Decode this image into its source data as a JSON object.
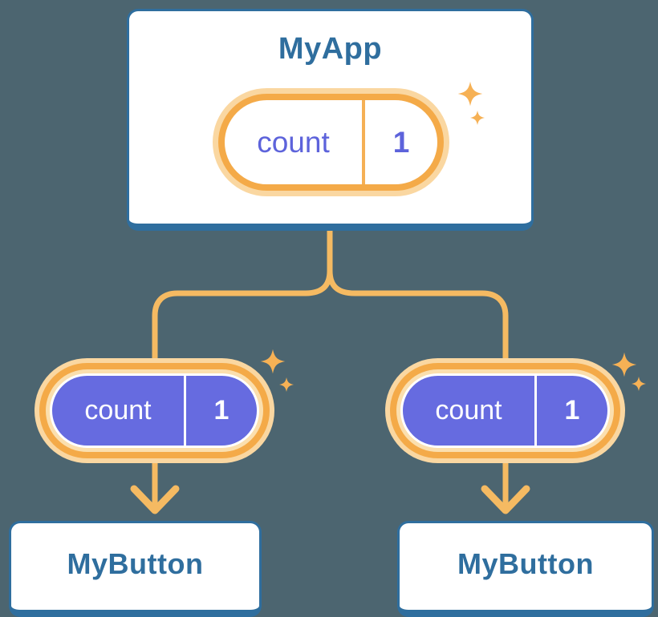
{
  "diagram": {
    "root": {
      "title": "MyApp",
      "state": {
        "label": "count",
        "value": "1"
      }
    },
    "children": [
      {
        "title": "MyButton",
        "state": {
          "label": "count",
          "value": "1"
        }
      },
      {
        "title": "MyButton",
        "state": {
          "label": "count",
          "value": "1"
        }
      }
    ]
  },
  "icons": {
    "sparkle": "4-point-star",
    "arrow": "chevron-down-arrow"
  },
  "colors": {
    "background": "#4C6570",
    "card_fill": "#FFFFFF",
    "card_border_blue": "#2F6E9E",
    "title_text_blue": "#2F6E9E",
    "state_purple_fill": "#666BE0",
    "state_text_indigo": "#5D63DB",
    "ring_orange": "#F4AA48",
    "halo_light_orange": "#FAD7A1",
    "connector_orange": "#F5BA62",
    "sparkle_orange": "#F6B155"
  }
}
